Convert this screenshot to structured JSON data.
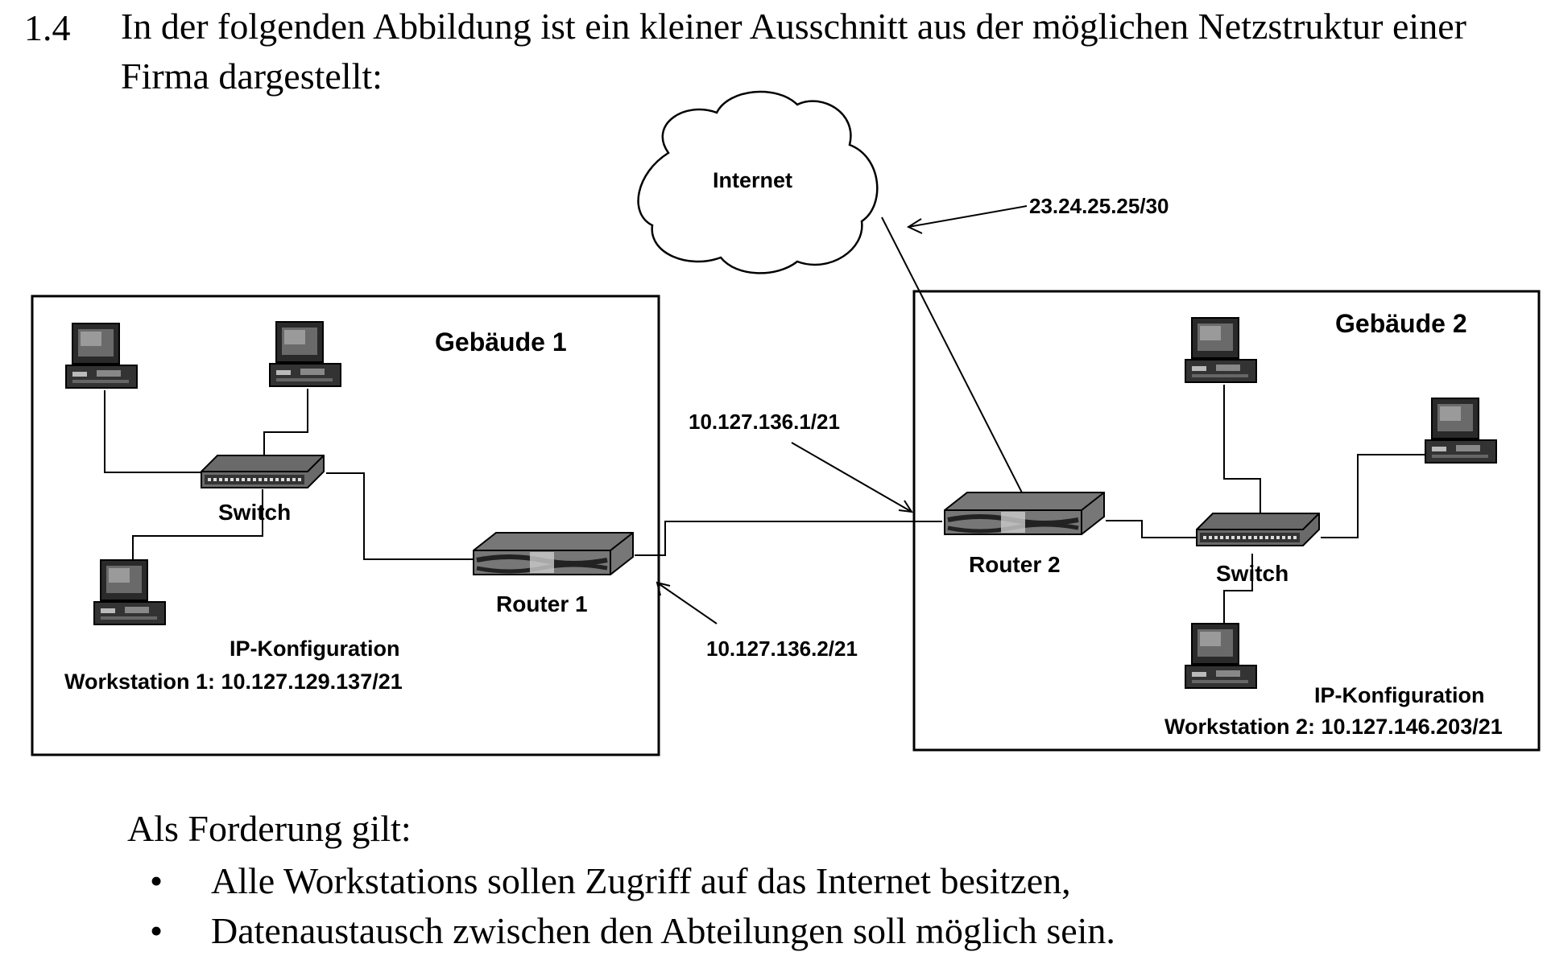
{
  "heading": {
    "number": "1.4",
    "text": "In der folgenden Abbildung ist ein kleiner Ausschnitt aus der möglichen Netzstruktur einer Firma dargestellt:"
  },
  "diagram": {
    "internet_label": "Internet",
    "internet_ip": "23.24.25.25/30",
    "building1": {
      "title": "Gebäude 1",
      "switch_label": "Switch",
      "router_label": "Router 1",
      "ip_config_title": "IP-Konfiguration",
      "workstation_config": "Workstation 1: 10.127.129.137/21"
    },
    "building2": {
      "title": "Gebäude 2",
      "switch_label": "Switch",
      "router_label": "Router 2",
      "ip_config_title": "IP-Konfiguration",
      "workstation_config": "Workstation 2: 10.127.146.203/21"
    },
    "router2_lan_ip": "10.127.136.1/21",
    "router1_wan_ip": "10.127.136.2/21"
  },
  "requirements": {
    "title": "Als Forderung gilt:",
    "items": [
      "Alle Workstations sollen Zugriff auf das Internet besitzen,",
      "Datenaustausch zwischen den Abteilungen soll möglich sein."
    ]
  }
}
